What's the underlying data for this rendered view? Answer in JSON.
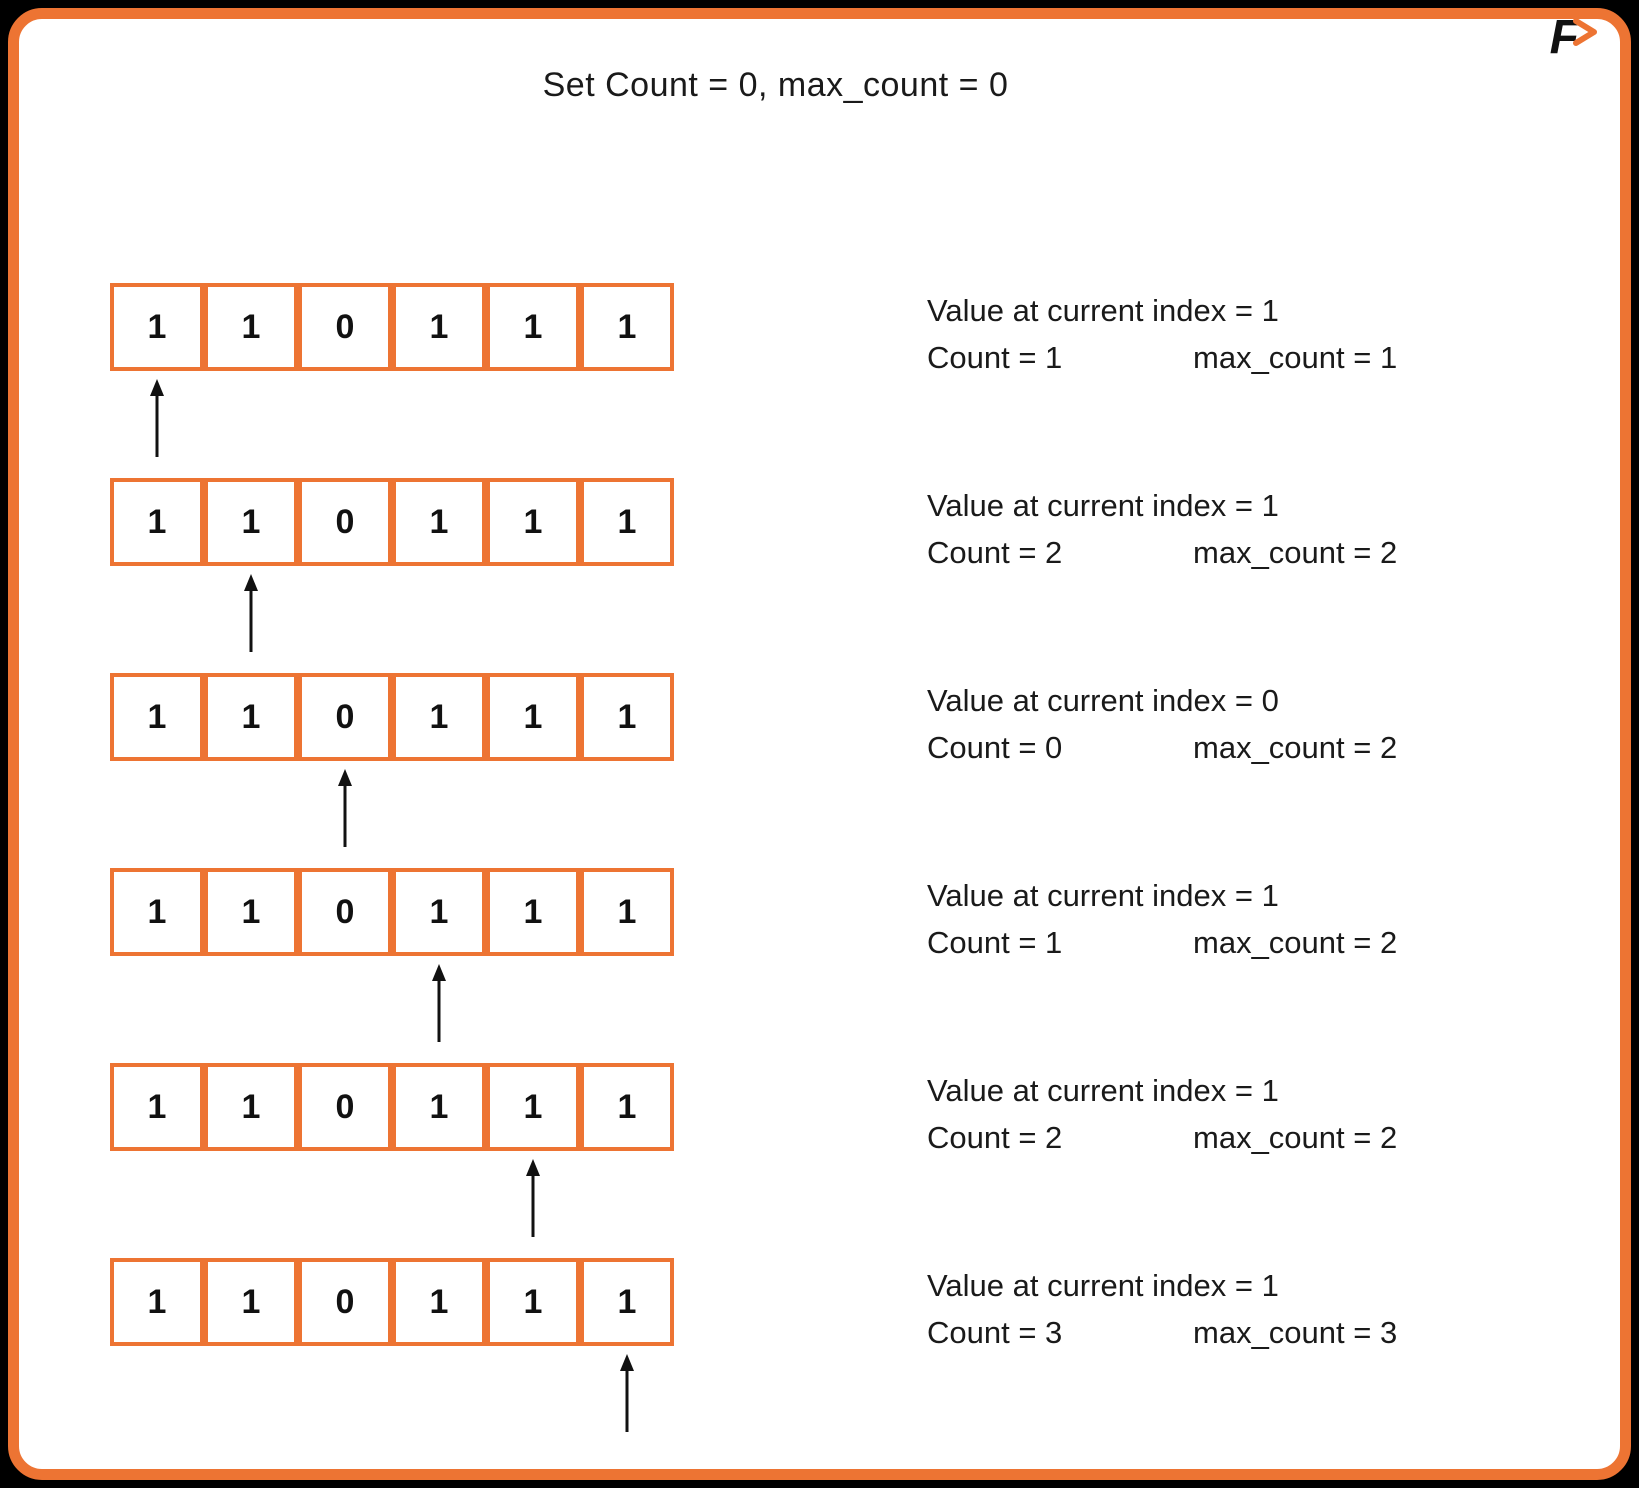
{
  "colors": {
    "accent": "#ED7433",
    "text": "#1A1A1A",
    "panel_background": "#FFFFFF",
    "outer_background": "#000000"
  },
  "title": "Set Count = 0, max_count = 0",
  "logo": {
    "letter": "F"
  },
  "array_values": [
    "1",
    "1",
    "0",
    "1",
    "1",
    "1"
  ],
  "steps": [
    {
      "pointer_index": 0,
      "line1": "Value at current index = 1",
      "count": "Count = 1",
      "max": "max_count = 1"
    },
    {
      "pointer_index": 1,
      "line1": "Value at current index = 1",
      "count": "Count = 2",
      "max": "max_count = 2"
    },
    {
      "pointer_index": 2,
      "line1": "Value at current index = 0",
      "count": "Count = 0",
      "max": "max_count = 2"
    },
    {
      "pointer_index": 3,
      "line1": "Value at current index = 1",
      "count": "Count = 1",
      "max": "max_count = 2"
    },
    {
      "pointer_index": 4,
      "line1": "Value at current index = 1",
      "count": "Count = 2",
      "max": "max_count = 2"
    },
    {
      "pointer_index": 5,
      "line1": "Value at current index = 1",
      "count": "Count = 3",
      "max": "max_count = 3"
    }
  ]
}
